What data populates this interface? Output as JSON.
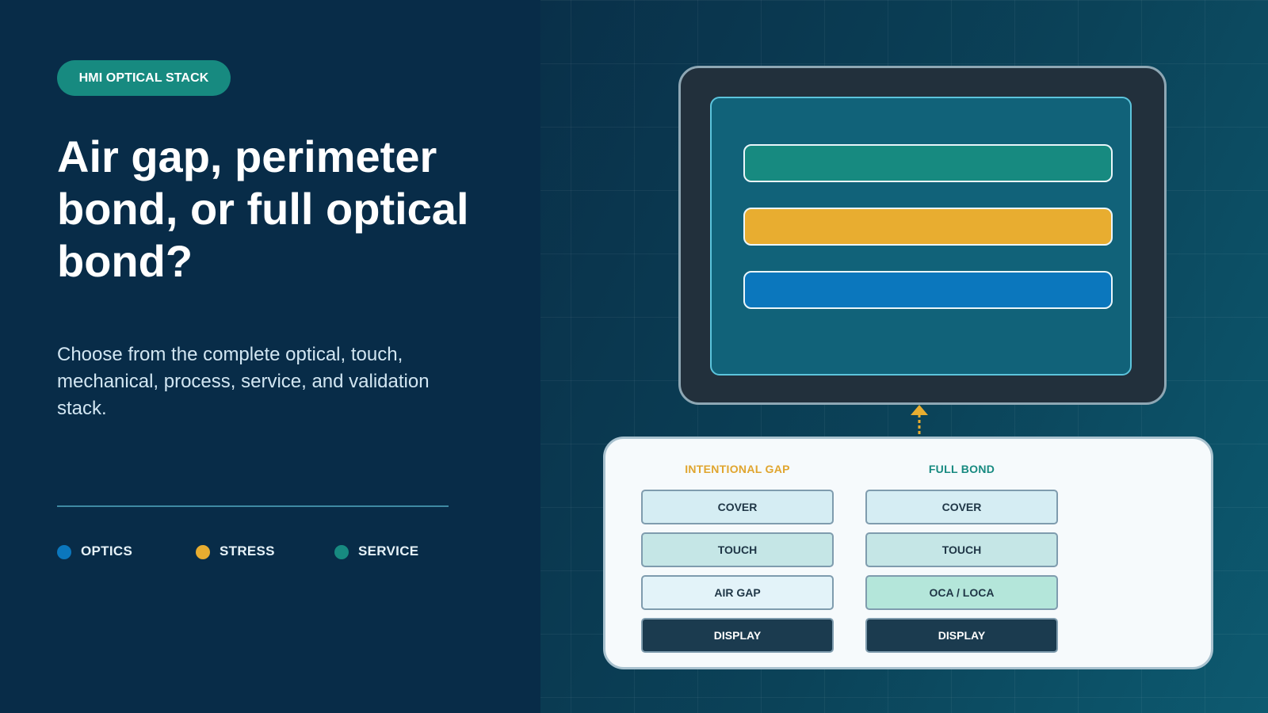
{
  "badge": "HMI OPTICAL STACK",
  "headline": "Air gap, perimeter bond, or full optical bond?",
  "subtitle": "Choose from the complete optical, touch, mechanical, process, service, and validation stack.",
  "legend": [
    {
      "label": "OPTICS",
      "color": "#0b77bd"
    },
    {
      "label": "STRESS",
      "color": "#e8ad30"
    },
    {
      "label": "SERVICE",
      "color": "#178a80"
    }
  ],
  "display_bars": [
    {
      "color": "#178a80"
    },
    {
      "color": "#e8ad30"
    },
    {
      "color": "#0b77bd"
    }
  ],
  "arrow_color": "#e8ad30",
  "stacks": [
    {
      "title": "INTENTIONAL GAP",
      "title_color": "#e0a52e",
      "layers": [
        {
          "label": "COVER",
          "fill": "#d5edf3",
          "text": "#1f3646"
        },
        {
          "label": "TOUCH",
          "fill": "#c5e6e6",
          "text": "#1f3646"
        },
        {
          "label": "AIR GAP",
          "fill": "#e3f3f9",
          "text": "#1f3646"
        },
        {
          "label": "DISPLAY",
          "fill": "#1b3b4f",
          "text": "#ffffff"
        }
      ]
    },
    {
      "title": "FULL BOND",
      "title_color": "#178a80",
      "layers": [
        {
          "label": "COVER",
          "fill": "#d5edf3",
          "text": "#1f3646"
        },
        {
          "label": "TOUCH",
          "fill": "#c5e6e6",
          "text": "#1f3646"
        },
        {
          "label": "OCA / LOCA",
          "fill": "#b4e6da",
          "text": "#1f3646"
        },
        {
          "label": "DISPLAY",
          "fill": "#1b3b4f",
          "text": "#ffffff"
        }
      ]
    }
  ]
}
